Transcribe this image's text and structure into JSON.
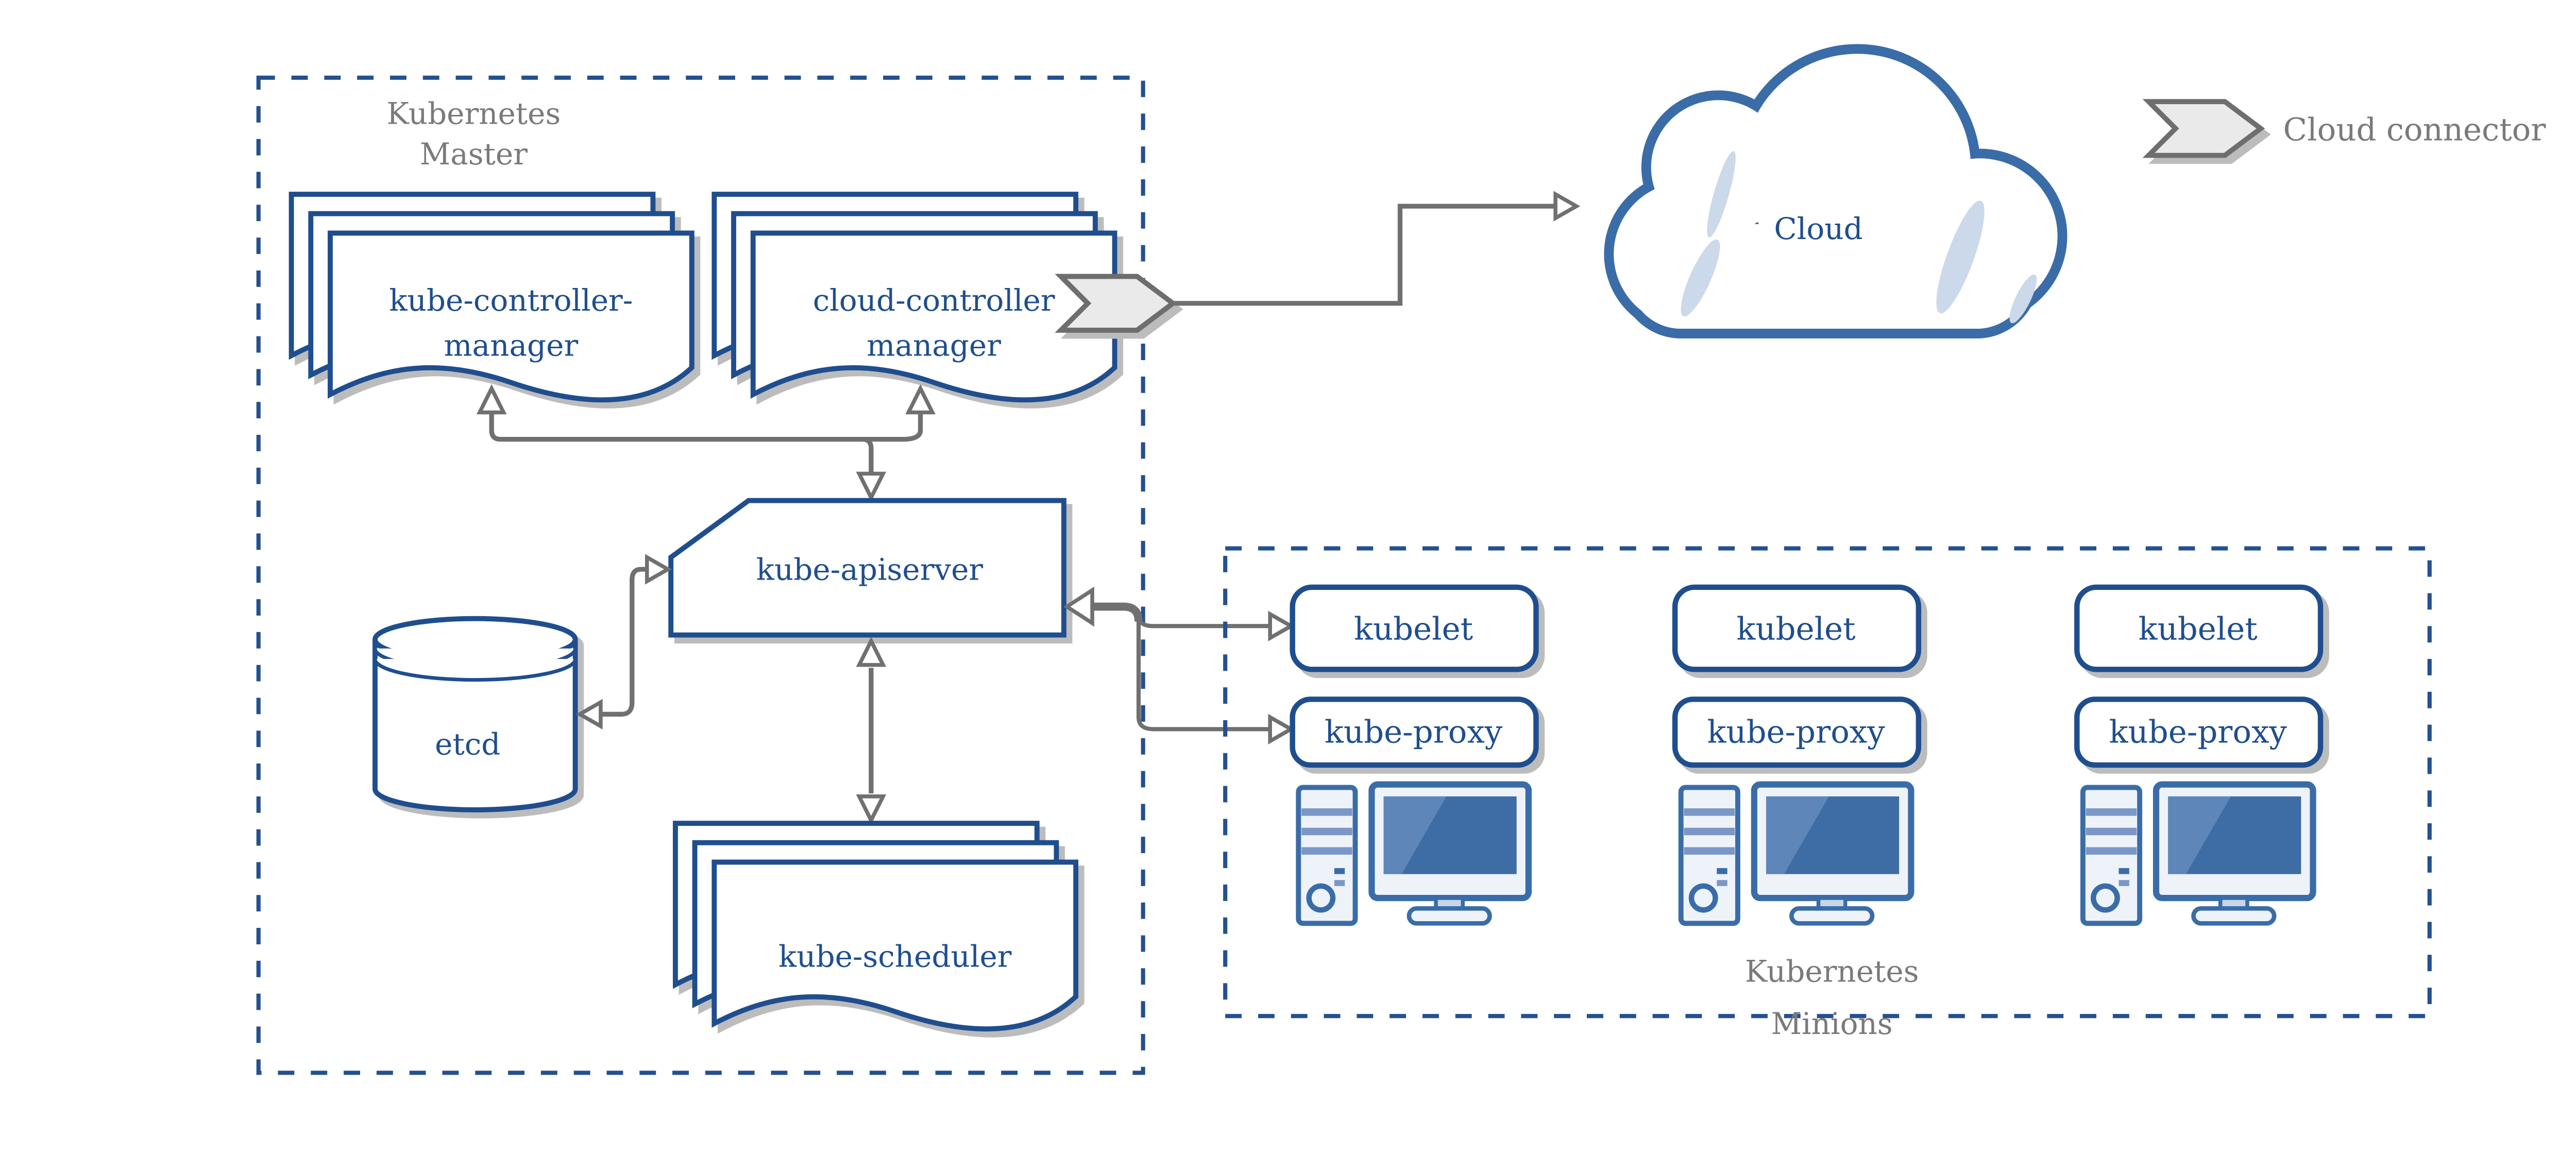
{
  "master": {
    "title1": "Kubernetes",
    "title2": "Master",
    "kcm1": "kube-controller-",
    "kcm2": "manager",
    "ccm1": "cloud-controller",
    "ccm2": "manager",
    "apiserver": "kube-apiserver",
    "etcd": "etcd",
    "scheduler": "kube-scheduler"
  },
  "cloud": {
    "label": "Cloud"
  },
  "legend": {
    "label": "Cloud connector"
  },
  "minions": {
    "title1": "Kubernetes",
    "title2": "Minions",
    "nodes": [
      {
        "kubelet": "kubelet",
        "kube_proxy": "kube-proxy"
      },
      {
        "kubelet": "kubelet",
        "kube_proxy": "kube-proxy"
      },
      {
        "kubelet": "kubelet",
        "kube_proxy": "kube-proxy"
      }
    ]
  },
  "colors": {
    "component_blue": "#1F4E8E",
    "steel_blue": "#3A6CA8",
    "screen_blue": "#3E6DA5",
    "screen_highlight": "#5E86B8",
    "light_fill": "#EEF3FA",
    "stripe_blue": "#7A97C6",
    "cloud_accent": "#CBD9EA",
    "arrow_gray": "#707070",
    "text_gray": "#7A7A7A",
    "shadow_gray": "#BCBCBC",
    "chevron_fill": "#EAEAEA"
  }
}
